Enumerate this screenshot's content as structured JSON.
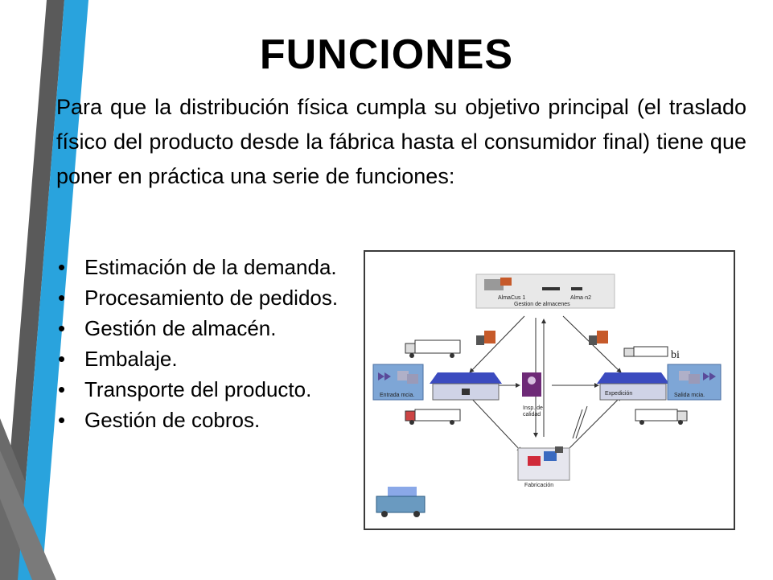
{
  "slide": {
    "title": "FUNCIONES",
    "intro": "Para que la distribución física cumpla su objetivo principal (el traslado físico del producto desde la fábrica hasta el consumidor final) tiene que poner en práctica una serie de funciones:",
    "bullets": [
      "Estimación de la demanda.",
      "Procesamiento de pedidos.",
      "Gestión de almacén.",
      "Embalaje.",
      "Transporte del producto.",
      "Gestión de cobros."
    ]
  },
  "diagram": {
    "almacen1": "AlmaCus 1",
    "almacen2": "Alma·n2",
    "gestion": "Gestion de almacenes",
    "entrada": "Entrada mcia.",
    "expedicion": "Expedición",
    "salida": "Salida mcia.",
    "inspeccion_1": "Insp. de",
    "inspeccion_2": "calidad",
    "fabricacion": "Fabricación",
    "stray": "bi"
  },
  "colors": {
    "stripe_dark": "#555555",
    "stripe_blue": "#29a3dd",
    "warehouse_blue": "#3b4bbf",
    "zone_blue": "#7ea6d6",
    "inspection_purple": "#6e2a77"
  }
}
